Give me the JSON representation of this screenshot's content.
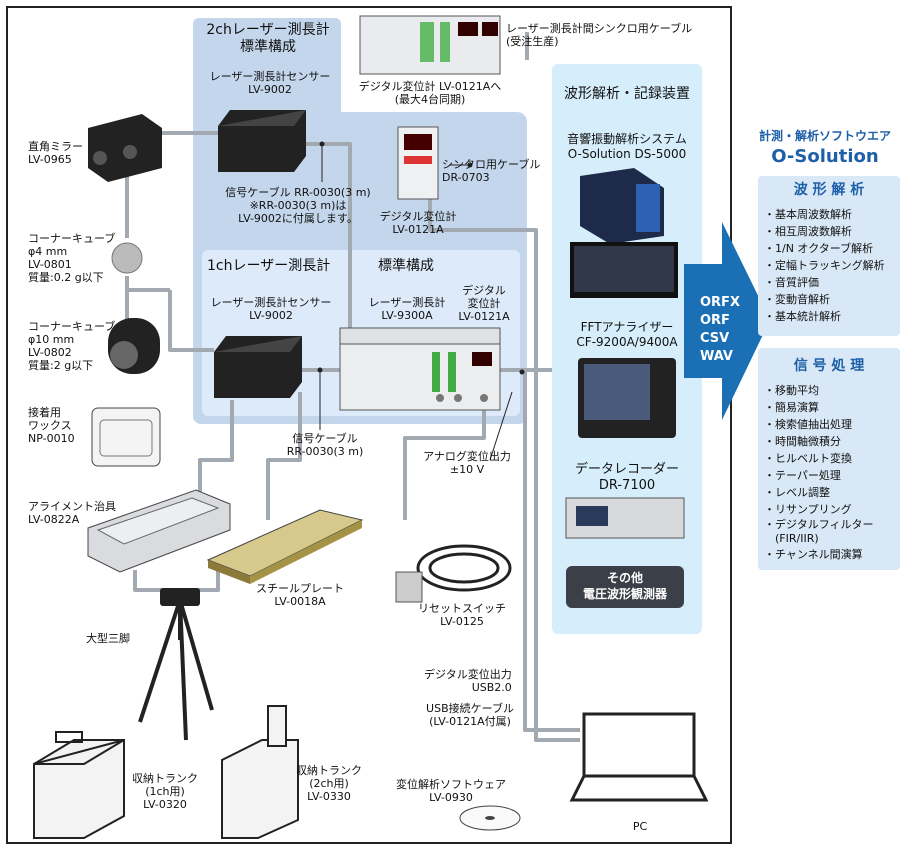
{
  "section_2ch": {
    "title": "2chレーザー測長計\n標準構成"
  },
  "section_1ch": {
    "title": "1chレーザー測長計",
    "subtitle": "標準構成"
  },
  "wave_section": {
    "title": "波形解析・記録装置"
  },
  "labels": {
    "sensor_2ch": "レーザー測長計センサー\nLV-9002",
    "signal_cable_2ch": "信号ケーブル RR-0030(3 m)\n※RR-0030(3 m)は\nLV-9002に付属します。",
    "sync_cable_top": "レーザー測長計間シンクロ用ケーブル\n(受注生産)",
    "digital_meter_top": "デジタル変位計 LV-0121Aへ\n(最大4台同期)",
    "sync_cable": "シンクロ用ケーブル\nDR-0703",
    "digital_meter_2ch": "デジタル変位計\nLV-0121A",
    "right_mirror": "直角ミラー\nLV-0965",
    "corner_cube_1": "コーナーキューブ\nφ4 mm\nLV-0801\n質量:0.2 g以下",
    "corner_cube_2": "コーナーキューブ\nφ10 mm\nLV-0802\n質量:2 g以下",
    "wax": "接着用\nワックス\nNP-0010",
    "sensor_1ch": "レーザー測長計センサー\nLV-9002",
    "meter_1ch": "レーザー測長計\nLV-9300A",
    "digital_meter_1ch": "デジタル\n変位計\nLV-0121A",
    "signal_cable_1ch": "信号ケーブル\nRR-0030(3 m)",
    "analog_out": "アナログ変位出力\n±10 V",
    "alignment": "アライメント治具\nLV-0822A",
    "steel_plate": "スチールプレート\nLV-0018A",
    "tripod": "大型三脚",
    "reset_switch": "リセットスイッチ\nLV-0125",
    "digital_out": "デジタル変位出力\nUSB2.0",
    "usb_cable": "USB接続ケーブル\n(LV-0121A付属)",
    "trunk_1ch": "収納トランク\n(1ch用)\nLV-0320",
    "trunk_2ch": "収納トランク\n(2ch用)\nLV-0330",
    "software": "変位解析ソフトウェア\nLV-0930",
    "pc": "PC",
    "o_solution_ds": "音響振動解析システム\nO-Solution DS-5000",
    "fft": "FFTアナライザー\nCF-9200A/9400A",
    "data_recorder": "データレコーダー\nDR-7100",
    "other": "その他\n電圧波形観測器"
  },
  "arrow": {
    "formats": [
      "ORFX",
      "ORF",
      "CSV",
      "WAV"
    ]
  },
  "software_panel": {
    "title_top": "計測・解析ソフトウエア",
    "title_main": "O-Solution",
    "analysis_title": "波 形 解 析",
    "analysis_items": [
      "・基本周波数解析",
      "・相互周波数解析",
      "・1/N オクターブ解析",
      "・定幅トラッキング解析",
      "・音質評価",
      "・変動音解析",
      "・基本統計解析"
    ],
    "processing_title": "信 号 処 理",
    "processing_items": [
      "・移動平均",
      "・簡易演算",
      "・検索値抽出処理",
      "・時間軸微積分",
      "・ヒルベルト変換",
      "・テーパー処理",
      "・レベル調整",
      "・リサンプリング",
      "・デジタルフィルター\n　(FIR/IIR)",
      "・チャンネル間演算"
    ]
  },
  "colors": {
    "panel_blue": "#c4d6ec",
    "panel_light": "#ddeafa",
    "wave_bg": "#d6eefb",
    "arrow": "#1a6fb5",
    "title_blue": "#1d5fa8",
    "panel_list_bg": "#e3eef8"
  }
}
